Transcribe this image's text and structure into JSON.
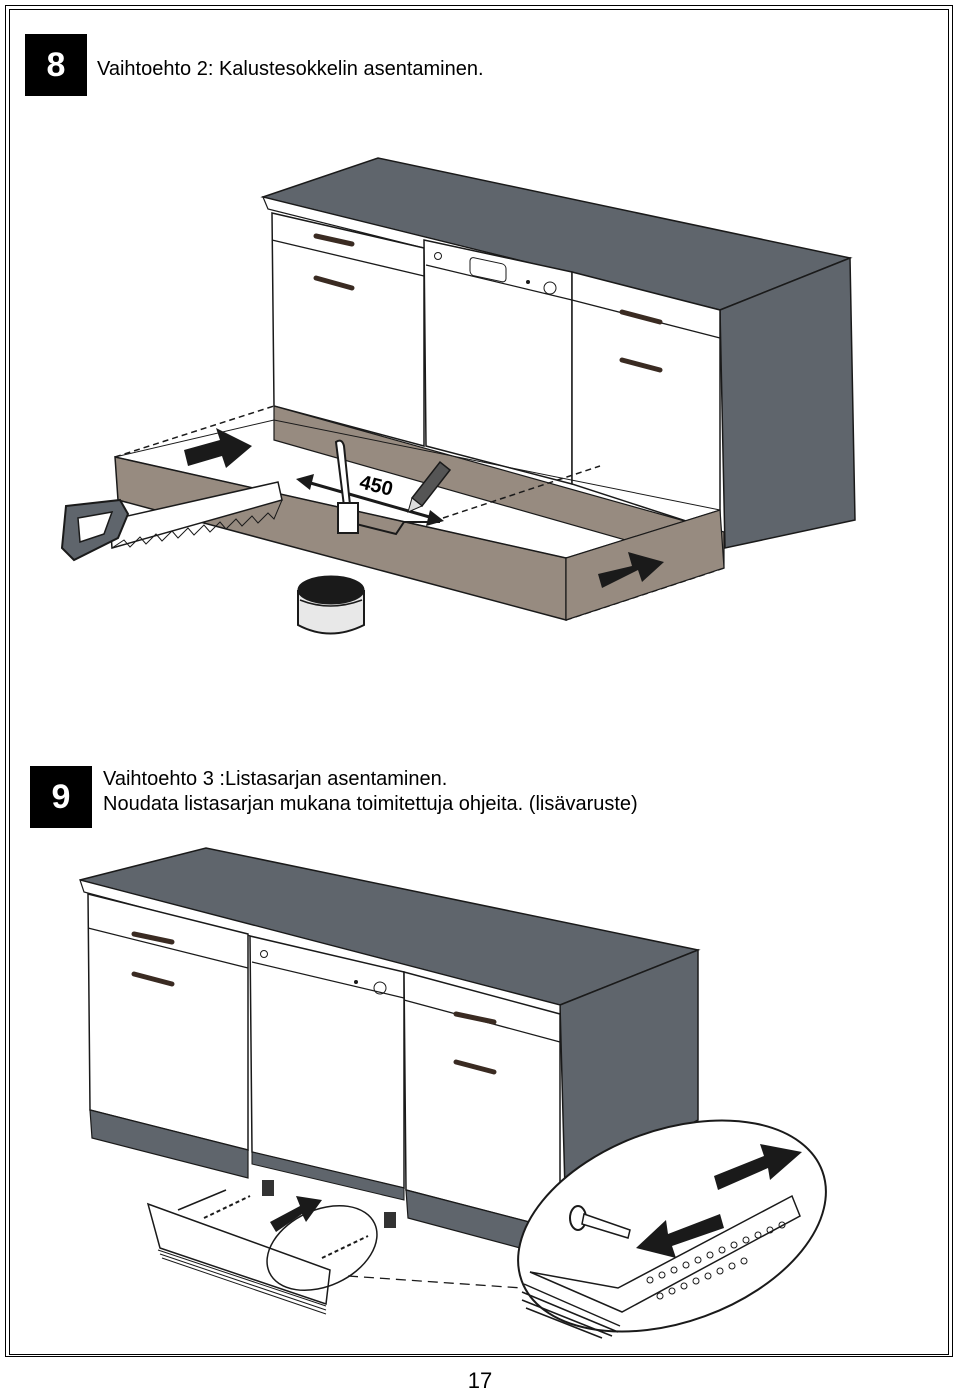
{
  "step8": {
    "number": "8",
    "title": "Vaihtoehto 2: Kalustesokkelin asentaminen.",
    "measure_label": "450"
  },
  "step9": {
    "number": "9",
    "line1": "Vaihtoehto 3 :Listasarjan asentaminen.",
    "line2": "Noudata listasarjan mukana toimitettuja ohjeita. (lisävaruste)"
  },
  "page_number": "17",
  "colors": {
    "cabinet_top": "#5f656c",
    "plinth_brown": "#978b80",
    "door_white": "#ffffff",
    "outline": "#1a1a1a"
  }
}
